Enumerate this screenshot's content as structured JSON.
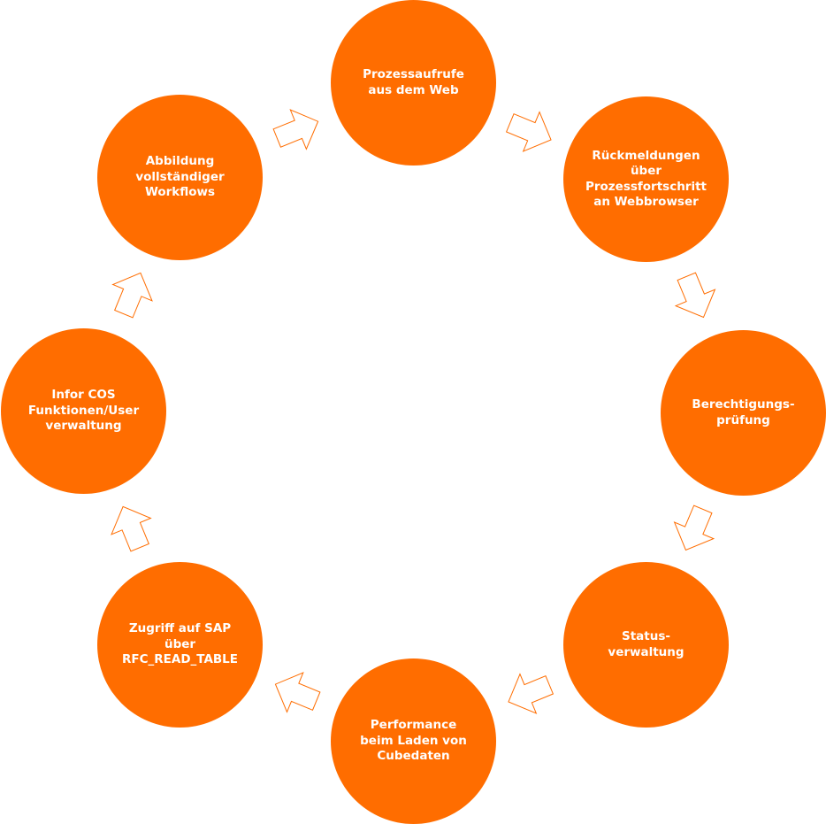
{
  "colors": {
    "node_fill": "#FF6D00",
    "node_text": "#FFFFFF",
    "arrow_stroke": "#FF6D00"
  },
  "nodes": [
    {
      "id": "web",
      "lines": [
        "Prozessaufrufe",
        "aus dem Web"
      ]
    },
    {
      "id": "feedback",
      "lines": [
        "Rückmeldungen",
        "über",
        "Prozessfortschritt",
        "an Webbrowser"
      ]
    },
    {
      "id": "auth",
      "lines": [
        "Berechtigungs-",
        "prüfung"
      ]
    },
    {
      "id": "status",
      "lines": [
        "Status-",
        "verwaltung"
      ]
    },
    {
      "id": "performance",
      "lines": [
        "Performance",
        "beim Laden von",
        "Cubedaten"
      ]
    },
    {
      "id": "sap",
      "lines": [
        "Zugriff auf SAP",
        "über",
        "RFC_READ_TABLE"
      ]
    },
    {
      "id": "cos",
      "lines": [
        "Infor COS",
        "Funktionen/User",
        "verwaltung"
      ]
    },
    {
      "id": "workflows",
      "lines": [
        "Abbildung",
        "vollständiger",
        "Workflows"
      ]
    }
  ],
  "arrows": [
    {
      "from": "web",
      "to": "feedback"
    },
    {
      "from": "feedback",
      "to": "auth"
    },
    {
      "from": "auth",
      "to": "status"
    },
    {
      "from": "status",
      "to": "performance"
    },
    {
      "from": "performance",
      "to": "sap"
    },
    {
      "from": "sap",
      "to": "cos"
    },
    {
      "from": "cos",
      "to": "workflows"
    },
    {
      "from": "workflows",
      "to": "web"
    }
  ]
}
